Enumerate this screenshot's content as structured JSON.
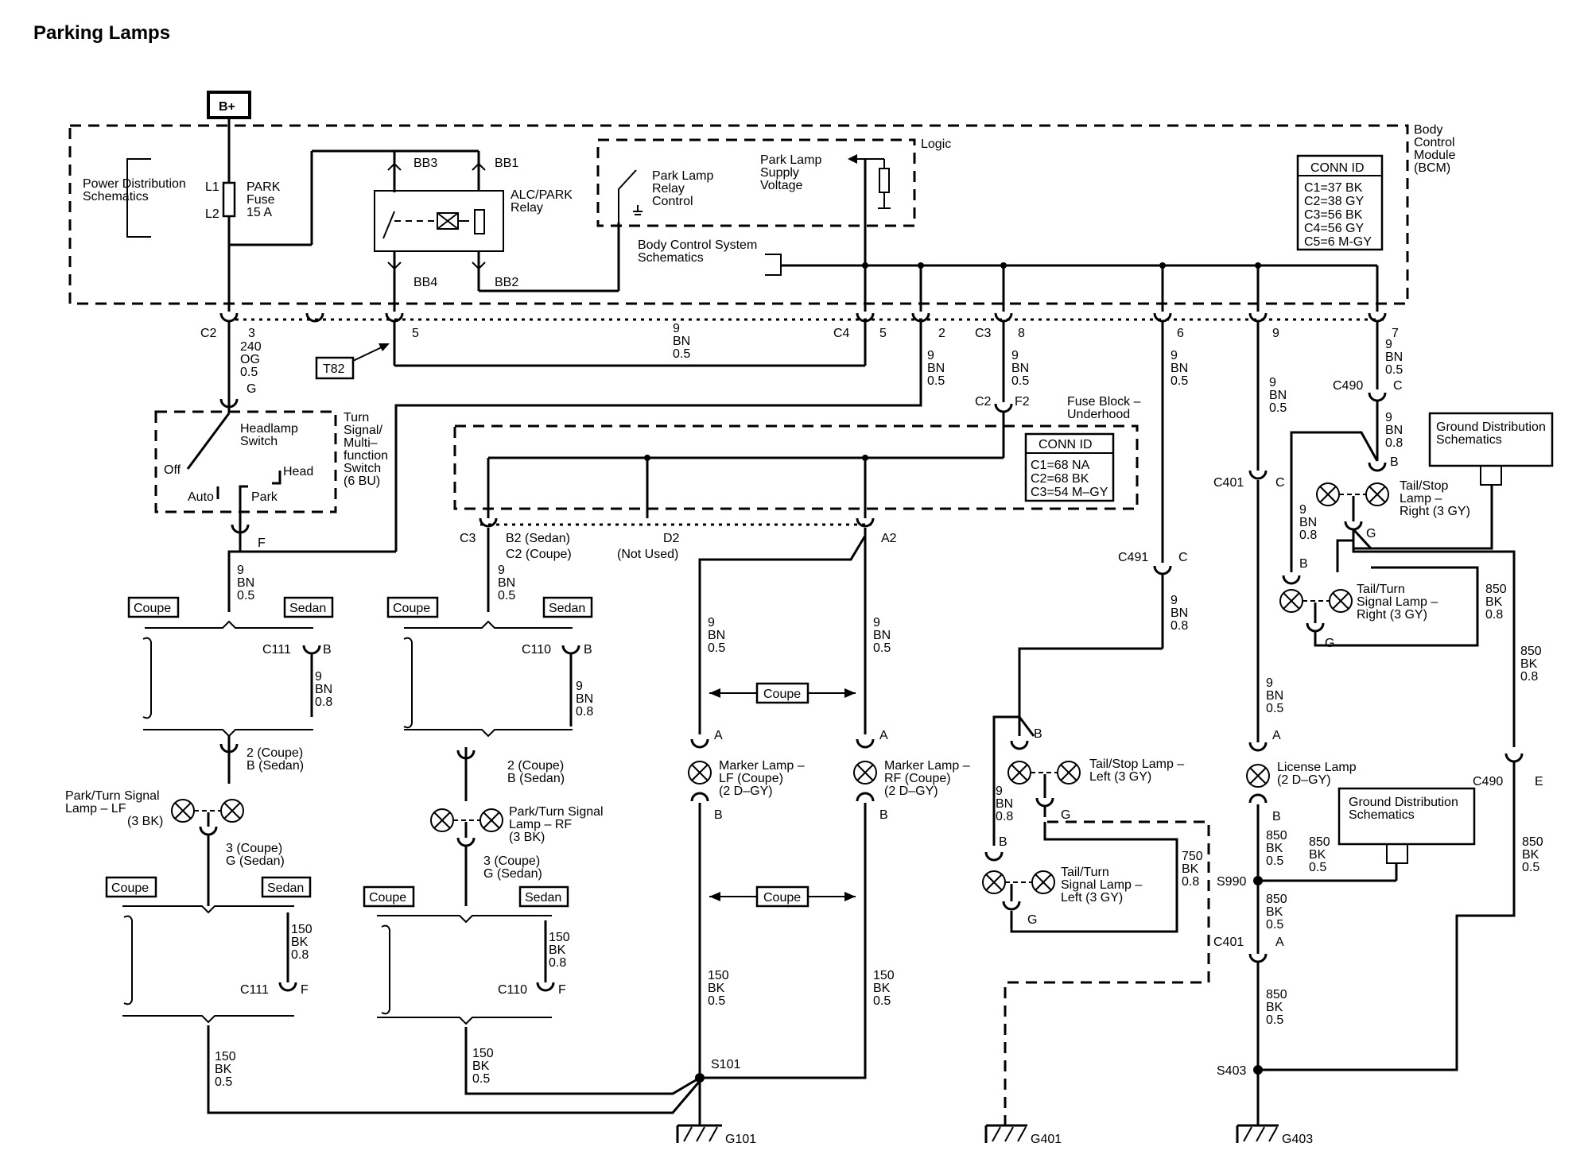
{
  "title": "Parking Lamps",
  "power": {
    "label": "B+"
  },
  "bcm": {
    "label_lines": [
      "Body",
      "Control",
      "Module",
      "(BCM)"
    ],
    "logic": "Logic",
    "conn_id": {
      "header": "CONN ID",
      "lines": [
        "C1=37 BK",
        "C2=38 GY",
        "C3=56 BK",
        "C4=56 GY",
        "C5=6 M-GY"
      ]
    },
    "park_lamp_relay_control": [
      "Park Lamp",
      "Relay",
      "Control"
    ],
    "park_lamp_supply_voltage": [
      "Park Lamp",
      "Supply",
      "Voltage"
    ],
    "body_control_system": [
      "Body Control System",
      "Schematics"
    ]
  },
  "power_distribution": [
    "Power Distribution",
    "Schematics"
  ],
  "fuse": {
    "l1": "L1",
    "l2": "L2",
    "lines": [
      "PARK",
      "Fuse",
      "15 A"
    ]
  },
  "relay": {
    "lines": [
      "ALC/PARK",
      "Relay"
    ],
    "pins": [
      "BB3",
      "BB1",
      "BB4",
      "BB2"
    ]
  },
  "connectors": {
    "c2_a": "C2",
    "c4": "C4",
    "c3_a": "C3",
    "c2_b": "C2",
    "c3_b": "C3",
    "c111": "C111",
    "c110": "C110",
    "c401": "C401",
    "c490": "C490",
    "c491": "C491",
    "t82": "T82"
  },
  "pins": {
    "p3": "3",
    "p5a": "5",
    "p5b": "5",
    "p2": "2",
    "p8": "8",
    "p6": "6",
    "p9": "9",
    "p7": "7",
    "g1": "G",
    "f1": "F",
    "f2": "F2",
    "a2": "A2",
    "b2": "B2 (Sedan)",
    "c2c": "C2 (Coupe)",
    "d2": "D2",
    "not_used": "(Not Used)",
    "c_c490": "C",
    "c_c401": "C",
    "c_c491": "C",
    "e_c490": "E",
    "a_c401": "A"
  },
  "wires": {
    "w240": [
      "240",
      "OG",
      "0.5"
    ],
    "w9_050": [
      "9",
      "BN",
      "0.5"
    ],
    "w9_080": [
      "9",
      "BN",
      "0.8"
    ],
    "w150_050": [
      "150",
      "BK",
      "0.5"
    ],
    "w150_080": [
      "150",
      "BK",
      "0.8"
    ],
    "w850_050": [
      "850",
      "BK",
      "0.5"
    ],
    "w850_080": [
      "850",
      "BK",
      "0.8"
    ],
    "w750_080": [
      "750",
      "BK",
      "0.8"
    ]
  },
  "headlamp_switch": {
    "title": [
      "Headlamp",
      "Switch"
    ],
    "positions": {
      "off": "Off",
      "auto": "Auto",
      "park": "Park",
      "head": "Head"
    },
    "label": [
      "Turn",
      "Signal/",
      "Multi–",
      "function",
      "Switch",
      "(6 BU)"
    ]
  },
  "fuse_block": {
    "label": [
      "Fuse Block –",
      "Underhood"
    ],
    "conn_id": {
      "header": "CONN ID",
      "lines": [
        "C1=68 NA",
        "C2=68 BK",
        "C3=54 M–GY"
      ]
    }
  },
  "ground_dist": [
    "Ground Distribution",
    "Schematics"
  ],
  "options": {
    "coupe": "Coupe",
    "sedan": "Sedan"
  },
  "pin_variants": {
    "p2coupe": "2 (Coupe)",
    "pbsedan": "B (Sedan)",
    "p3coupe": "3 (Coupe)",
    "pgsedan": "G (Sedan)"
  },
  "lamps": {
    "park_turn_lf": [
      "Park/Turn Signal",
      "Lamp – LF",
      "(3 BK)"
    ],
    "park_turn_rf": [
      "Park/Turn Signal",
      "Lamp – RF",
      "(3 BK)"
    ],
    "marker_lf": [
      "Marker Lamp –",
      "LF (Coupe)",
      "(2 D–GY)"
    ],
    "marker_rf": [
      "Marker Lamp –",
      "RF (Coupe)",
      "(2 D–GY)"
    ],
    "tail_stop_left": [
      "Tail/Stop Lamp –",
      "Left (3 GY)"
    ],
    "tail_turn_left": [
      "Tail/Turn",
      "Signal Lamp –",
      "Left (3 GY)"
    ],
    "license": [
      "License Lamp",
      "(2 D–GY)"
    ],
    "tail_stop_right": [
      "Tail/Stop",
      "Lamp –",
      "Right (3 GY)"
    ],
    "tail_turn_right": [
      "Tail/Turn",
      "Signal Lamp –",
      "Right (3 GY)"
    ]
  },
  "lamp_pins": {
    "a": "A",
    "b": "B",
    "g": "G"
  },
  "splices": {
    "s101": "S101",
    "s990": "S990",
    "s403": "S403"
  },
  "grounds": {
    "g101": "G101",
    "g401": "G401",
    "g403": "G403"
  }
}
